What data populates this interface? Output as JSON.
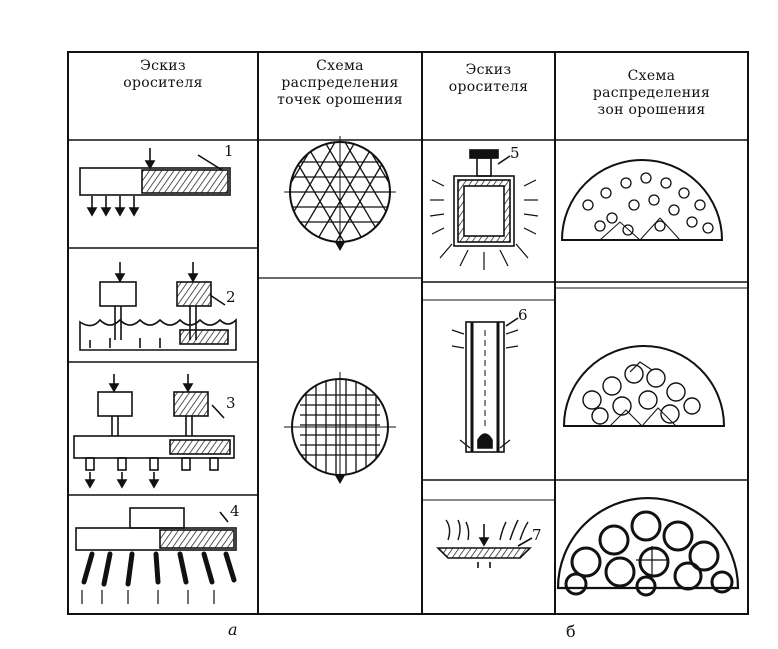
{
  "headers": {
    "a_sketch": [
      "Эскиз",
      "оросителя"
    ],
    "a_scheme": [
      "Схема",
      "распределения",
      "точек орошения"
    ],
    "b_sketch": [
      "Эскиз",
      "оросителя"
    ],
    "b_scheme": [
      "Схема",
      "распределения",
      "зон орошения"
    ]
  },
  "item_numbers": [
    "1",
    "2",
    "3",
    "4",
    "5",
    "6",
    "7"
  ],
  "captions": {
    "left": "а",
    "right": "б"
  }
}
